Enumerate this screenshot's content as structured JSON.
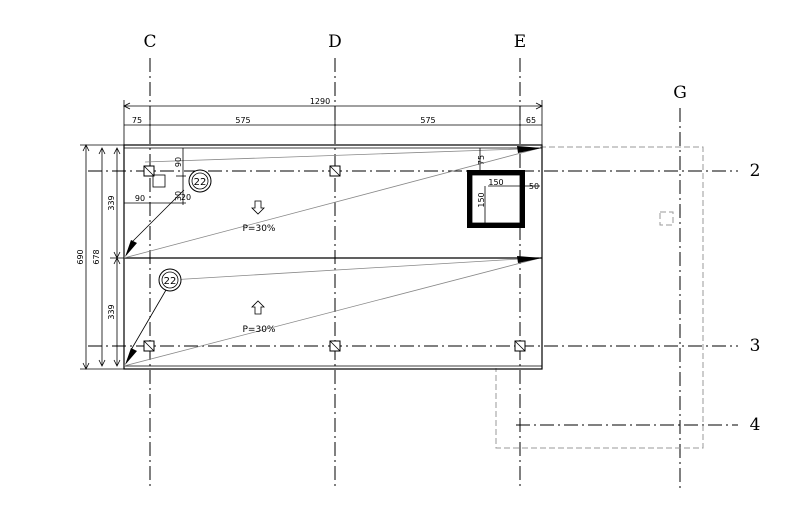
{
  "axes": {
    "vertical": [
      "C",
      "D",
      "E",
      "G"
    ],
    "horizontal": [
      "2",
      "3",
      "4"
    ]
  },
  "dimensions": {
    "overall_width": "1290",
    "seg_1": "75",
    "seg_2": "575",
    "seg_3": "575",
    "seg_4": "65",
    "overall_height": "690",
    "inner_height": "678",
    "half_upper": "339",
    "half_lower": "339",
    "anchor_x": "90",
    "anchor_y": "90",
    "anchor_small_1": "30",
    "anchor_small_2": "20",
    "opening_w": "150",
    "opening_h": "150",
    "opening_offset_top": "75",
    "opening_offset_right": "50"
  },
  "slopes": {
    "upper": "P=30%",
    "lower": "P=30%"
  },
  "tags": {
    "upper": "22",
    "lower": "22"
  }
}
